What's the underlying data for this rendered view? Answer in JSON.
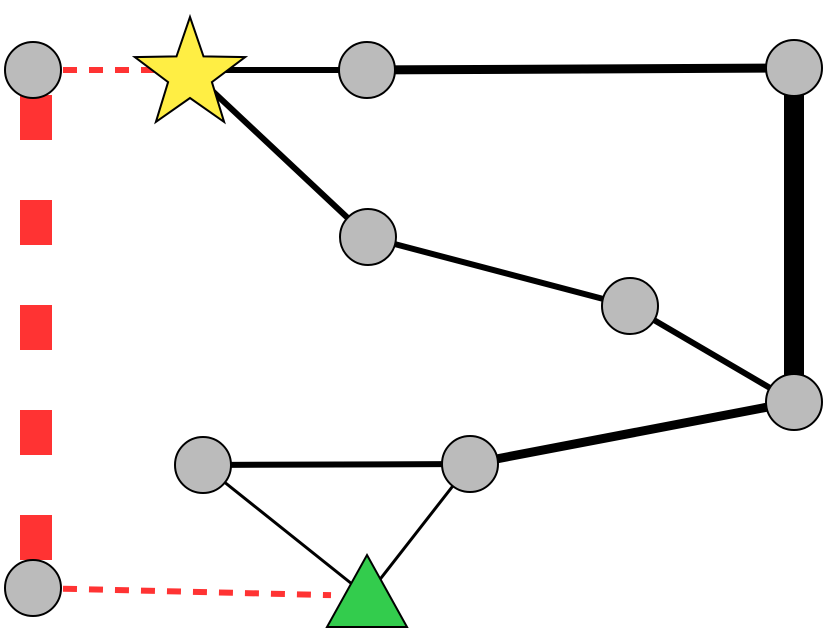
{
  "colors": {
    "background": "#ffffff",
    "edge": "#000000",
    "dashed_edge": "#ff3333",
    "node_fill": "#bbbbbb",
    "node_stroke": "#000000",
    "star_fill": "#ffee44",
    "triangle_fill": "#33cc4d"
  },
  "nodes": [
    {
      "id": "n-top-left",
      "shape": "circle"
    },
    {
      "id": "n-star",
      "shape": "star"
    },
    {
      "id": "n-top-mid",
      "shape": "circle"
    },
    {
      "id": "n-top-right",
      "shape": "circle"
    },
    {
      "id": "n-center",
      "shape": "circle"
    },
    {
      "id": "n-right-mid",
      "shape": "circle"
    },
    {
      "id": "n-right-low",
      "shape": "circle"
    },
    {
      "id": "n-low-left",
      "shape": "circle"
    },
    {
      "id": "n-low-mid",
      "shape": "circle"
    },
    {
      "id": "n-bottom-left",
      "shape": "circle"
    },
    {
      "id": "n-triangle",
      "shape": "triangle"
    }
  ],
  "edges": [
    {
      "from": "n-top-left",
      "to": "n-star",
      "style": "dashed",
      "weight": 1
    },
    {
      "from": "n-star",
      "to": "n-top-mid",
      "style": "solid",
      "weight": 2
    },
    {
      "from": "n-top-mid",
      "to": "n-top-right",
      "style": "solid",
      "weight": 3
    },
    {
      "from": "n-top-right",
      "to": "n-right-low",
      "style": "solid",
      "weight": 6
    },
    {
      "from": "n-star",
      "to": "n-center",
      "style": "solid",
      "weight": 2
    },
    {
      "from": "n-center",
      "to": "n-right-mid",
      "style": "solid",
      "weight": 2
    },
    {
      "from": "n-right-mid",
      "to": "n-right-low",
      "style": "solid",
      "weight": 2
    },
    {
      "from": "n-right-low",
      "to": "n-low-mid",
      "style": "solid",
      "weight": 3
    },
    {
      "from": "n-low-left",
      "to": "n-low-mid",
      "style": "solid",
      "weight": 2
    },
    {
      "from": "n-low-left",
      "to": "n-triangle",
      "style": "solid",
      "weight": 1
    },
    {
      "from": "n-low-mid",
      "to": "n-triangle",
      "style": "solid",
      "weight": 1
    },
    {
      "from": "n-bottom-left",
      "to": "n-triangle",
      "style": "dashed",
      "weight": 1
    },
    {
      "from": "n-top-left",
      "to": "n-bottom-left",
      "style": "dashed",
      "weight": 4
    }
  ]
}
